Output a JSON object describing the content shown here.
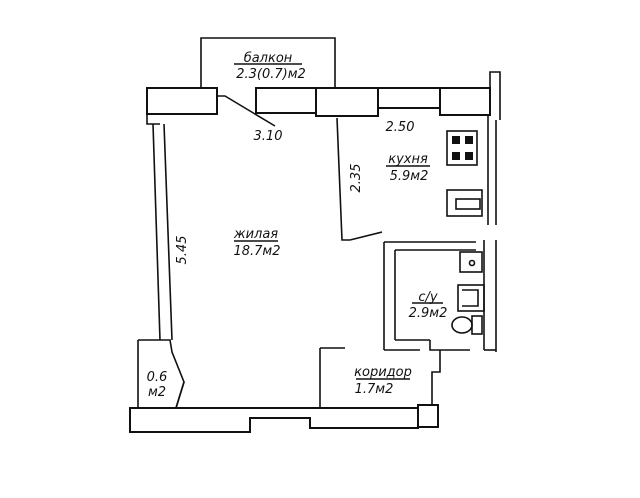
{
  "rooms": {
    "balcony": {
      "name": "балкон",
      "area": "2.3(0.7)м2"
    },
    "living": {
      "name": "жилая",
      "area": "18.7м2"
    },
    "kitchen": {
      "name": "кухня",
      "area": "5.9м2"
    },
    "bathroom": {
      "name": "с/у",
      "area": "2.9м2"
    },
    "corridor": {
      "name": "коридор",
      "area": "1.7м2"
    },
    "storage": {
      "name": "0.6",
      "area": "м2"
    }
  },
  "dimensions": {
    "living_width": "3.10",
    "living_length": "5.45",
    "kitchen_width": "2.50",
    "kitchen_length": "2.35"
  }
}
